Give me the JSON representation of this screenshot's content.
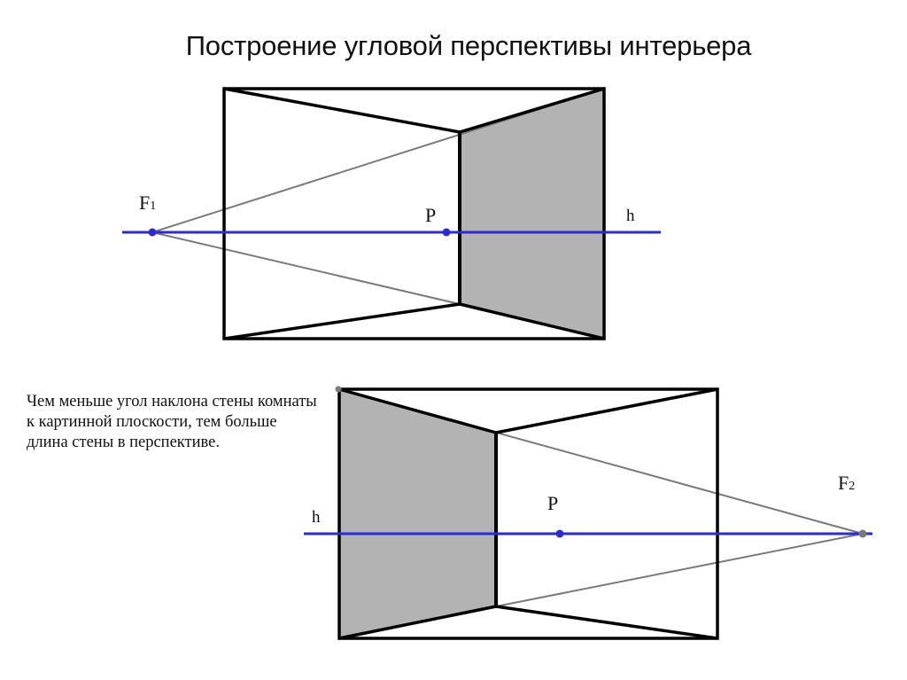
{
  "title": "Построение угловой перспективы интерьера",
  "caption": "Чем меньше угол наклона стены комнаты к картинной плоскости, тем больше длина стены в перспективе.",
  "colors": {
    "horizon": "#2b2bd6",
    "edge": "#000000",
    "guide": "#7a7a7a",
    "wall_fill": "#b3b3b3"
  },
  "diagram_top": {
    "shaded_wall": "right",
    "labels": {
      "vanishing_point": "F",
      "vanishing_index": "1",
      "center_point": "P",
      "horizon": "h"
    }
  },
  "diagram_bottom": {
    "shaded_wall": "left",
    "labels": {
      "vanishing_point": "F",
      "vanishing_index": "2",
      "center_point": "P",
      "horizon": "h"
    }
  }
}
